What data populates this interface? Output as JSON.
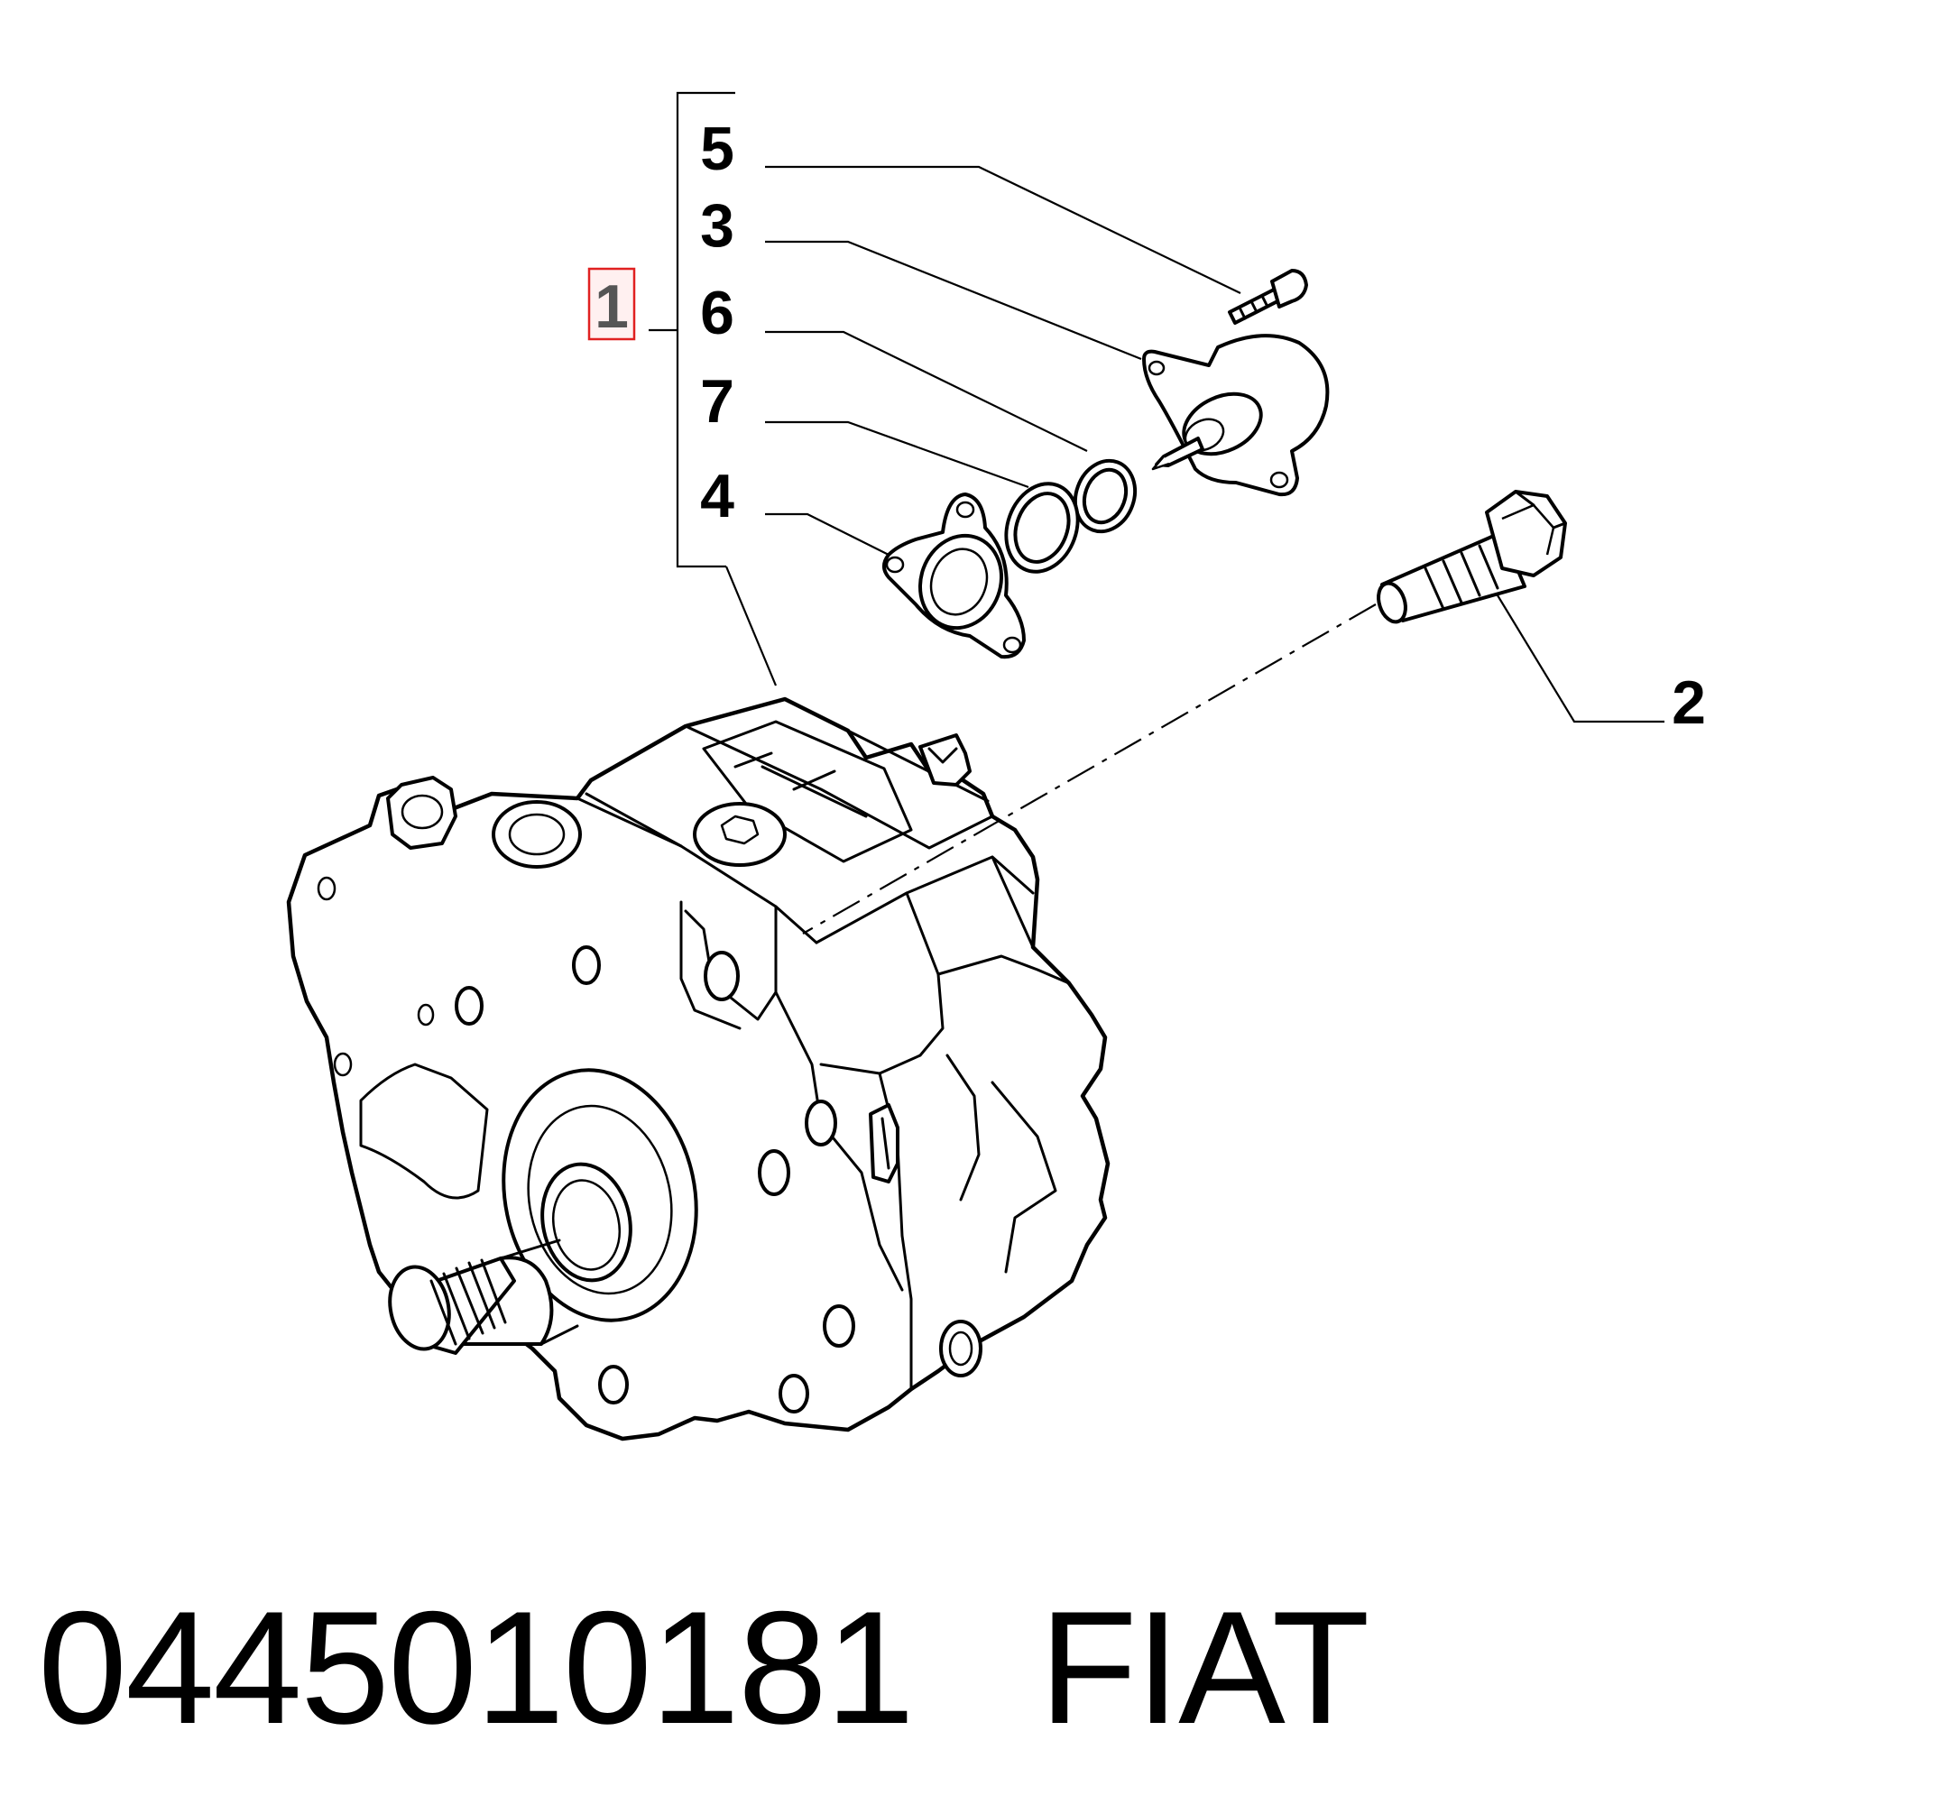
{
  "diagram": {
    "callouts": {
      "main_assembly": "1",
      "bolt": "2",
      "regulator_valve": "3",
      "flange_cover": "4",
      "screw": "5",
      "oring_small": "6",
      "oring_large": "7"
    },
    "highlight_color": "#e02020"
  },
  "caption": {
    "part_number": "0445010181",
    "brand": "FIAT"
  }
}
